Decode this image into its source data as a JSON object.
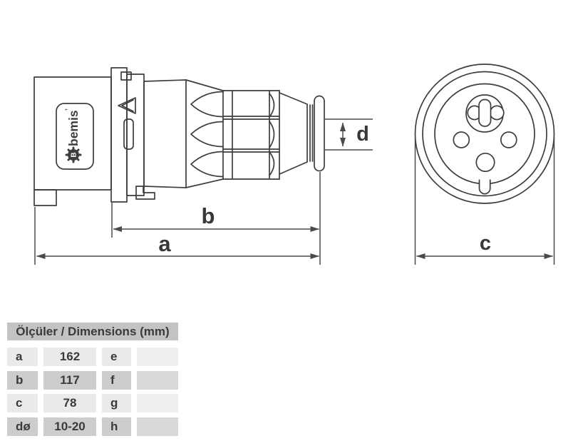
{
  "colors": {
    "line": "#3d3d3d",
    "dimension_line": "#4a4a4a",
    "table_header_bg": "#c2c3c2",
    "table_row_light": "#e9eae9",
    "table_row_dark": "#cccdcc",
    "table_text": "#3a3a3a"
  },
  "drawing": {
    "brand": "bemis",
    "brand_mark": "’",
    "brand_initial": "B",
    "dim_labels": {
      "a": "a",
      "b": "b",
      "c": "c",
      "d": "d"
    }
  },
  "table": {
    "header": "Ölçüler / Dimensions (mm)",
    "rows": [
      {
        "dim": "a",
        "value": "162",
        "dim2": "e",
        "value2": ""
      },
      {
        "dim": "b",
        "value": "117",
        "dim2": "f",
        "value2": ""
      },
      {
        "dim": "c",
        "value": "78",
        "dim2": "g",
        "value2": ""
      },
      {
        "dim": "dø",
        "value": "10-20",
        "dim2": "h",
        "value2": ""
      }
    ]
  }
}
